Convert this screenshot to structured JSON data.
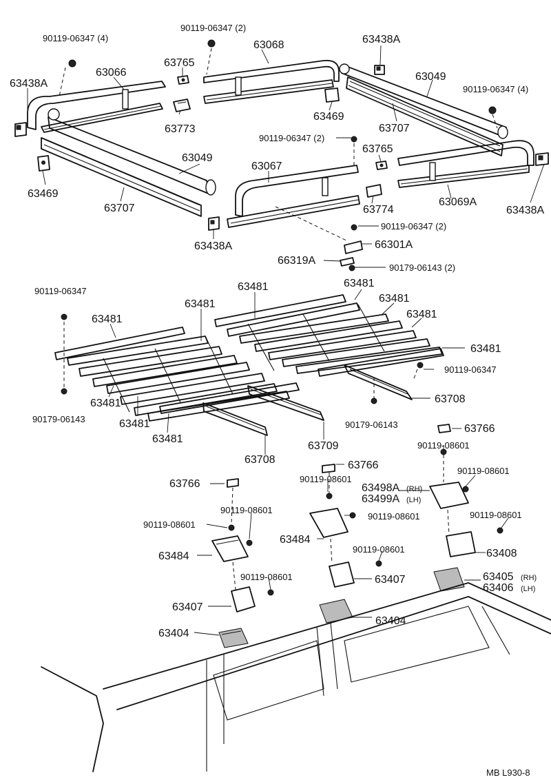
{
  "diagram": {
    "code": "MB  L930-8",
    "labels": {
      "p90119_06347_4a": "90119-06347 (4)",
      "p90119_06347_2a": "90119-06347 (2)",
      "p63438A_tl": "63438A",
      "p63066": "63066",
      "p63765_a": "63765",
      "p63068": "63068",
      "p63438A_tr": "63438A",
      "p63049_tr": "63049",
      "p90119_06347_4b": "90119-06347 (4)",
      "p63773": "63773",
      "p63469_a": "63469",
      "p63707_a": "63707",
      "p90119_06347_2b": "90119-06347 (2)",
      "p63765_b": "63765",
      "p63049_l": "63049",
      "p63067": "63067",
      "p63469_b": "63469",
      "p63707_b": "63707",
      "p63774": "63774",
      "p63069A": "63069A",
      "p63438A_r": "63438A",
      "p63438A_b": "63438A",
      "p90119_06347_2c": "90119-06347 (2)",
      "p66301A": "66301A",
      "p66319A": "66319A",
      "p90179_06143_2": "90179-06143 (2)",
      "p90119_06347_l": "90119-06347",
      "p63481_1": "63481",
      "p63481_2": "63481",
      "p63481_3": "63481",
      "p63481_4": "63481",
      "p63481_5": "63481",
      "p63481_6": "63481",
      "p63481_7": "63481",
      "p63481_8": "63481",
      "p63481_9": "63481",
      "p63481_10": "63481",
      "p90119_06347_r": "90119-06347",
      "p63708_r": "63708",
      "p90179_06143_l": "90179-06143",
      "p90179_06143_r": "90179-06143",
      "p63709": "63709",
      "p63708_b": "63708",
      "p63766_r": "63766",
      "p63766_m": "63766",
      "p63766_l": "63766",
      "p90119_08601_1": "90119-08601",
      "p90119_08601_2": "90119-08601",
      "p90119_08601_3": "90119-08601",
      "p90119_08601_4": "90119-08601",
      "p90119_08601_5": "90119-08601",
      "p90119_08601_6": "90119-08601",
      "p90119_08601_7": "90119-08601",
      "p90119_08601_8": "90119-08601",
      "p90119_08601_9": "90119-08601",
      "p63498A": "63498A",
      "p63498A_side": "(RH)",
      "p63499A": "63499A",
      "p63499A_side": "(LH)",
      "p63484_l": "63484",
      "p63484_m": "63484",
      "p63407_l": "63407",
      "p63407_m": "63407",
      "p63408": "63408",
      "p63405": "63405",
      "p63405_side": "(RH)",
      "p63406": "63406",
      "p63406_side": "(LH)",
      "p63404_l": "63404",
      "p63404_m": "63404"
    }
  }
}
